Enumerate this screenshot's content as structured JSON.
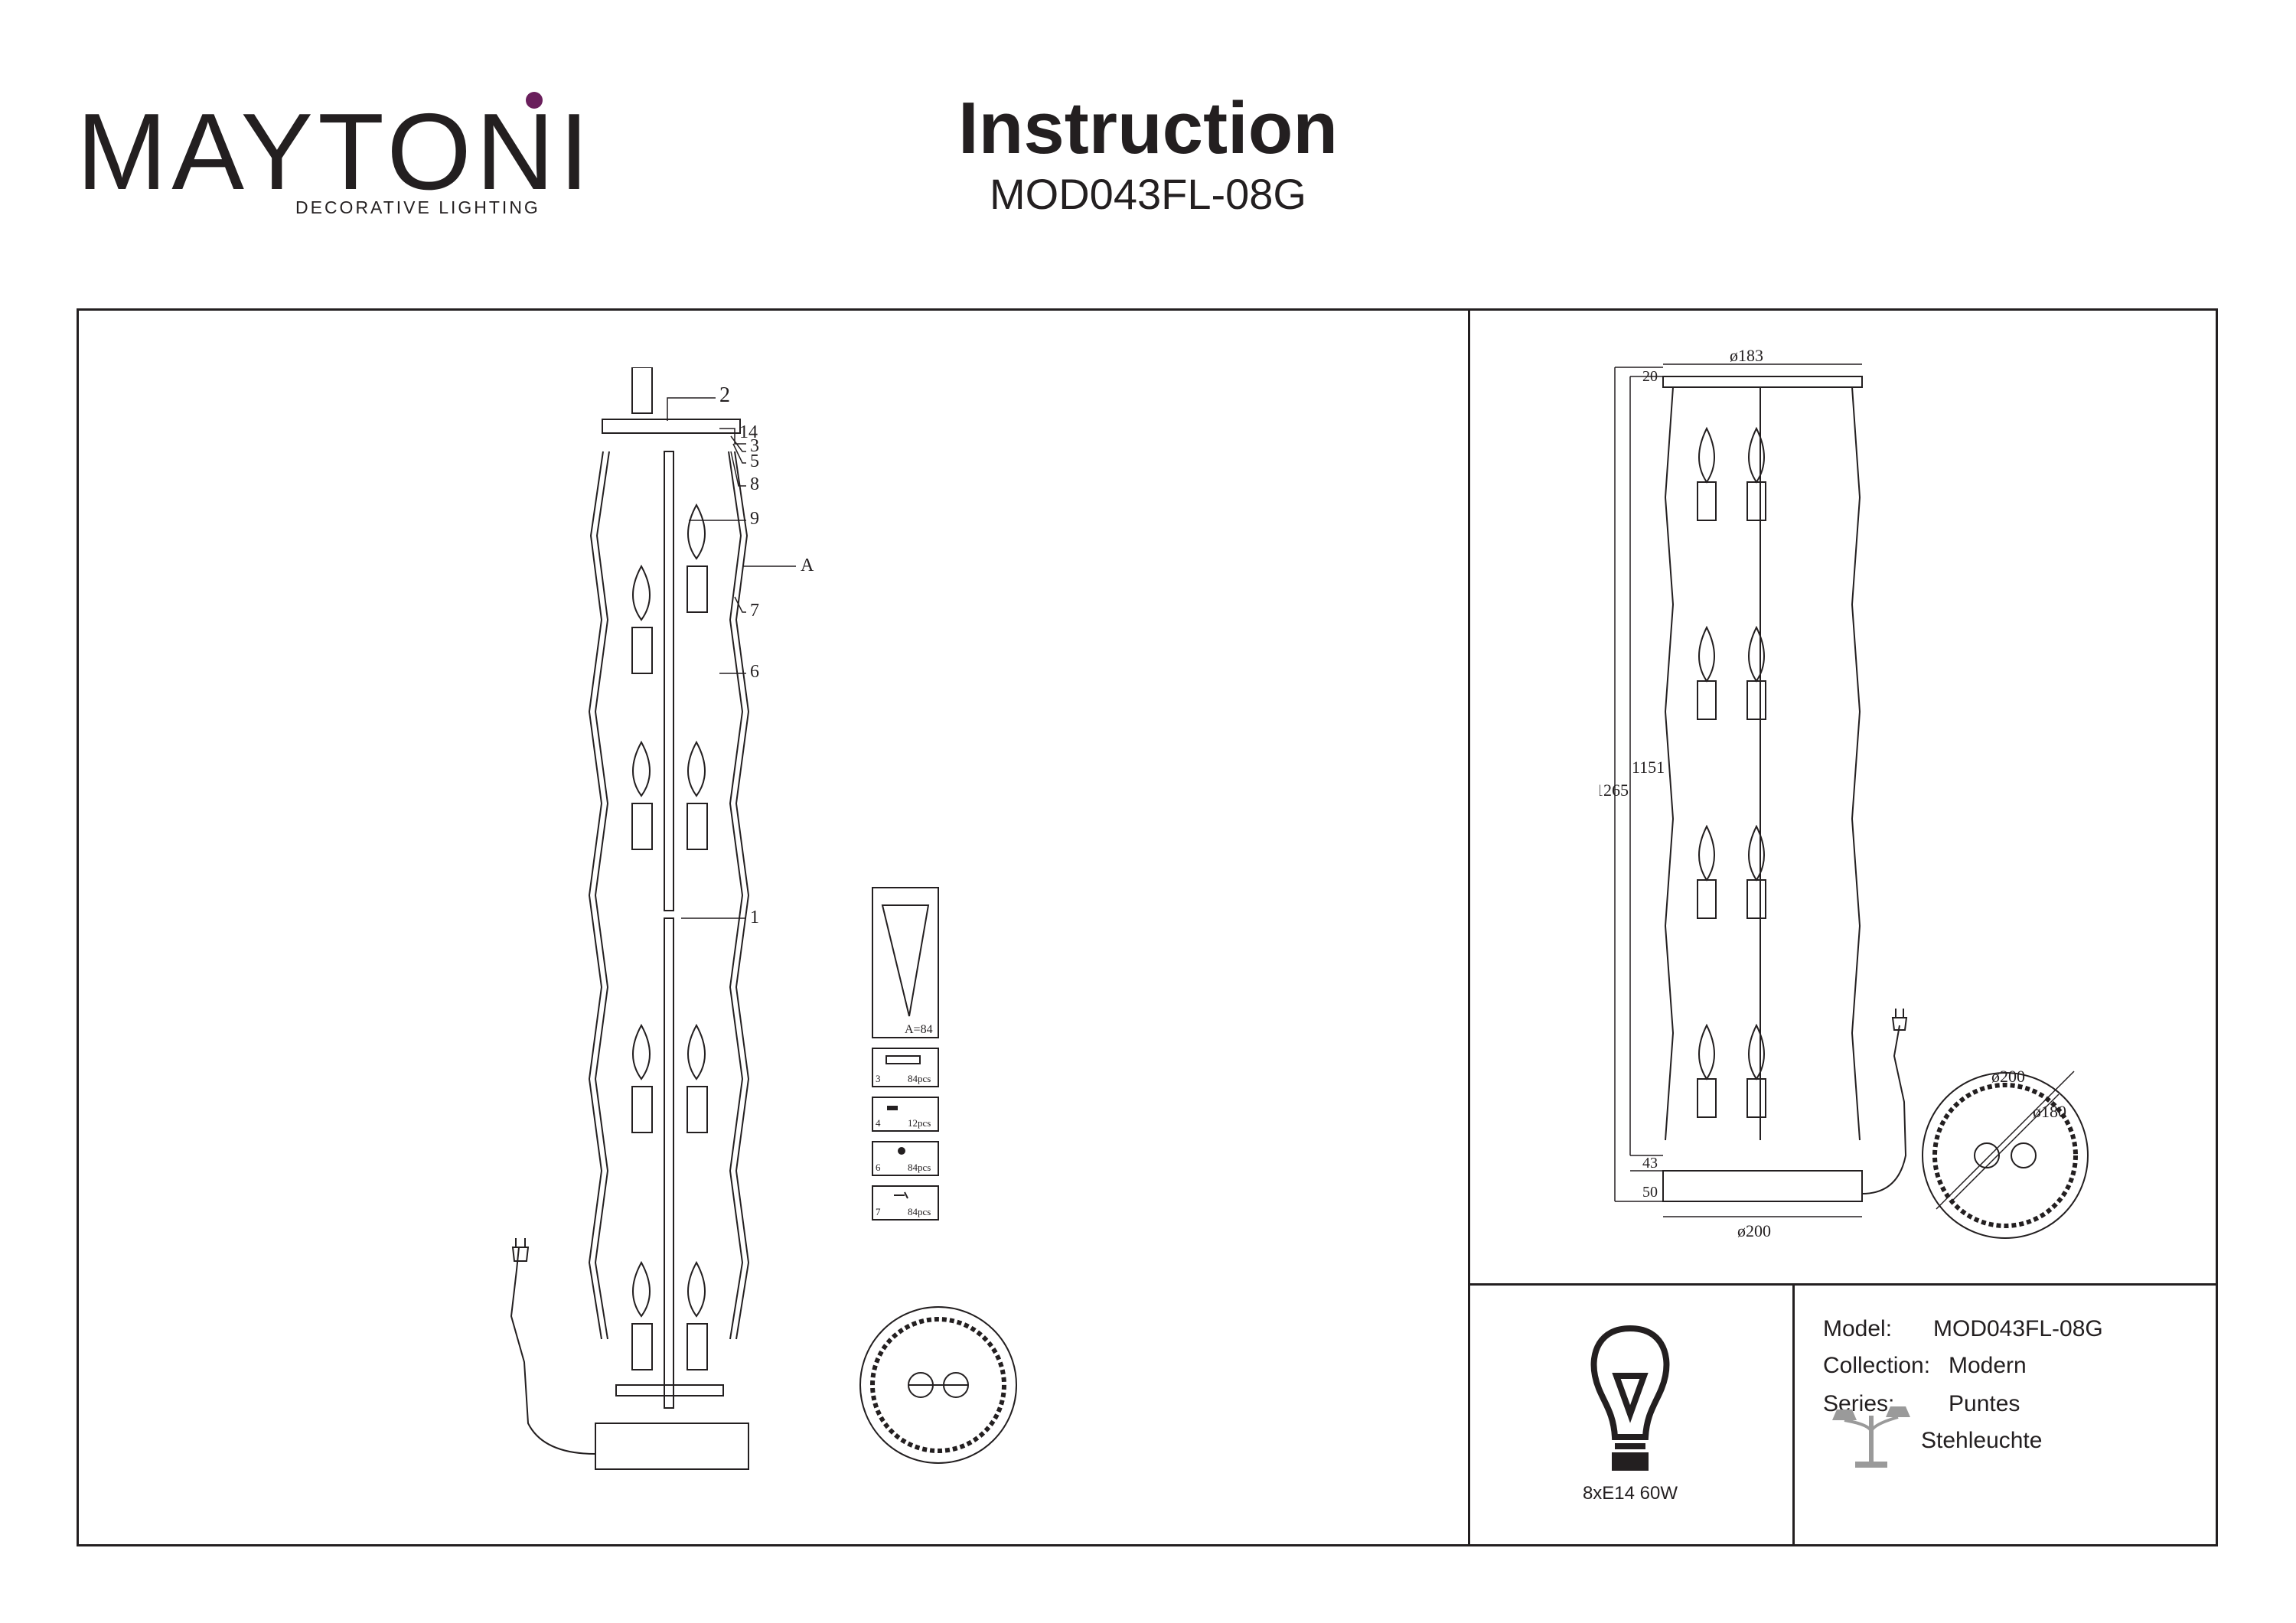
{
  "header": {
    "brand_name": "MAYTONI",
    "brand_tagline": "DECORATIVE LIGHTING",
    "title": "Instruction",
    "model_code": "MOD043FL-08G"
  },
  "exploded_view": {
    "callouts": [
      "2",
      "14",
      "3",
      "5",
      "8",
      "9",
      "A",
      "7",
      "6",
      "1"
    ],
    "parts": [
      {
        "number": "3",
        "qty": "84pcs"
      },
      {
        "number": "4",
        "qty": "12pcs"
      },
      {
        "number": "6",
        "qty": "84pcs"
      },
      {
        "number": "7",
        "qty": "84pcs"
      }
    ],
    "crystal_label": "A=84"
  },
  "dimension_view": {
    "top_diameter": "ø183",
    "top_gap": "20",
    "total_height": "1265",
    "body_height": "1151",
    "lower_gap": "43",
    "base_height": "50",
    "base_diameter": "ø200",
    "outer_diameter": "ø200",
    "inner_diameter": "ø180"
  },
  "bulb": {
    "spec": "8xE14 60W"
  },
  "info": {
    "model_label": "Model:",
    "model_value": "MOD043FL-08G",
    "collection_label": "Collection:",
    "collection_value": "Modern",
    "series_label": "Series:",
    "series_value": "Puntes",
    "type_value": "Stehleuchte"
  },
  "colors": {
    "ink": "#231f20",
    "brand_accent": "#6a1f5c",
    "icon_gray": "#9a9a9a"
  }
}
